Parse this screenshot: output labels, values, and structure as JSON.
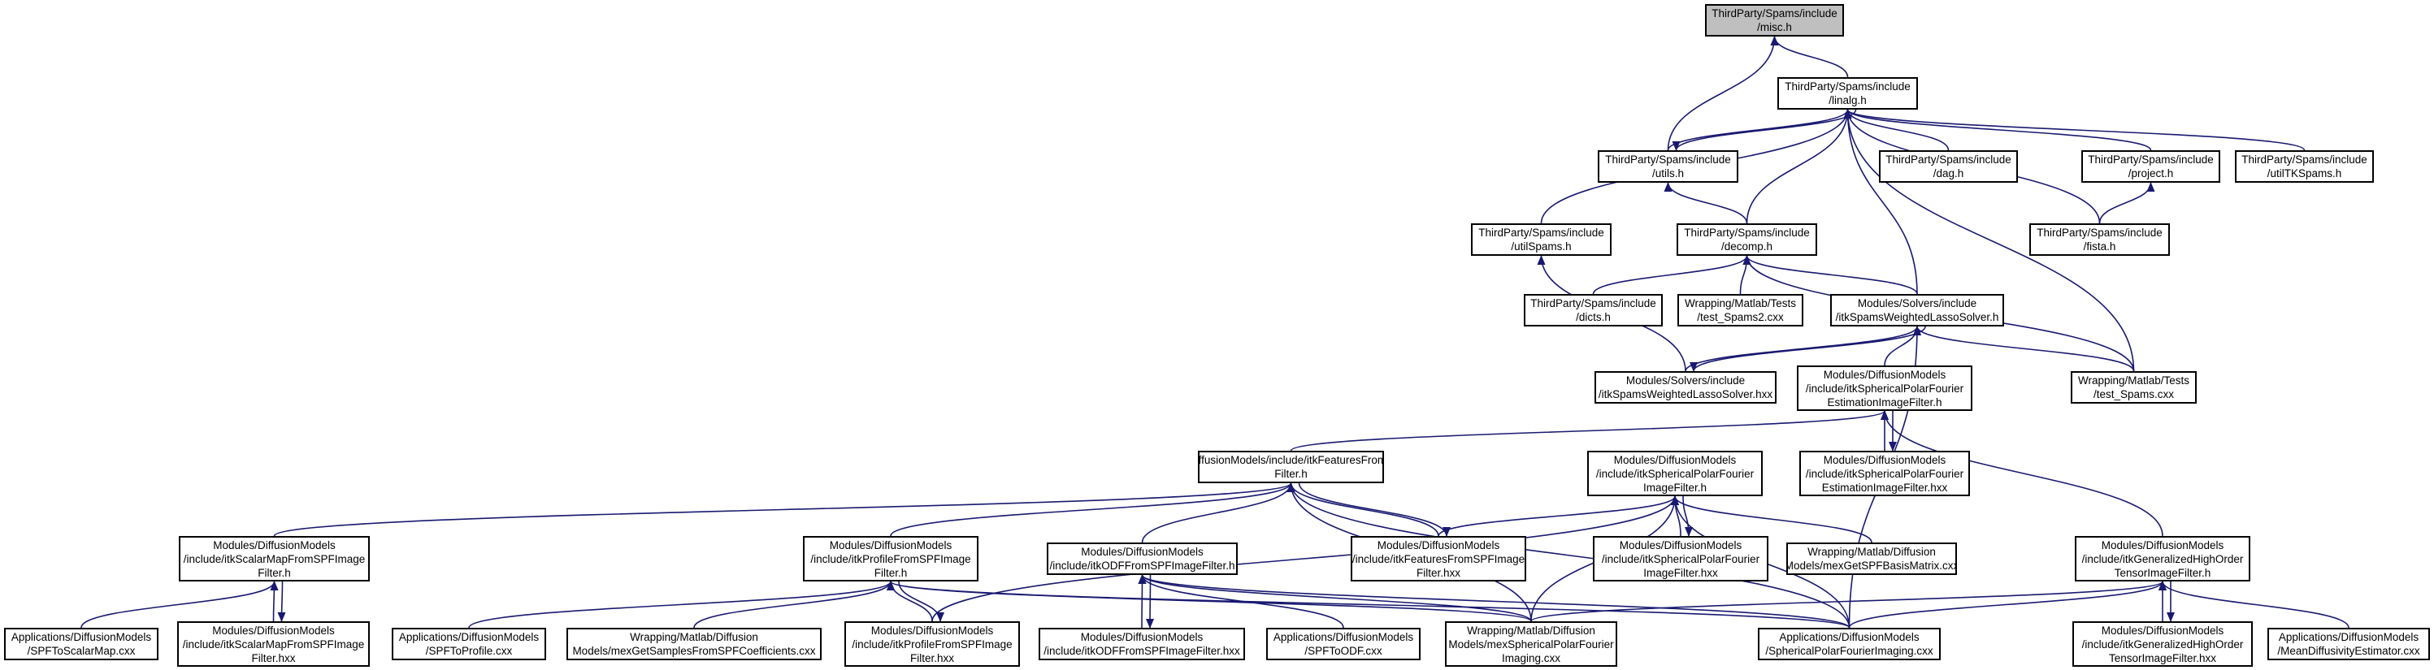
{
  "colors": {
    "edge": "#191970",
    "node_border": "#000000",
    "focus_fill": "#bfbfbf",
    "background": "#ffffff"
  },
  "nodes": {
    "misc": {
      "l1": "ThirdParty/Spams/include",
      "l2": "/misc.h"
    },
    "linalg": {
      "l1": "ThirdParty/Spams/include",
      "l2": "/linalg.h"
    },
    "utils": {
      "l1": "ThirdParty/Spams/include",
      "l2": "/utils.h"
    },
    "dag": {
      "l1": "ThirdParty/Spams/include",
      "l2": "/dag.h"
    },
    "project": {
      "l1": "ThirdParty/Spams/include",
      "l2": "/project.h"
    },
    "utiltk": {
      "l1": "ThirdParty/Spams/include",
      "l2": "/utilTKSpams.h"
    },
    "utilspams": {
      "l1": "ThirdParty/Spams/include",
      "l2": "/utilSpams.h"
    },
    "decomp": {
      "l1": "ThirdParty/Spams/include",
      "l2": "/decomp.h"
    },
    "fista": {
      "l1": "ThirdParty/Spams/include",
      "l2": "/fista.h"
    },
    "dicts": {
      "l1": "ThirdParty/Spams/include",
      "l2": "/dicts.h"
    },
    "testspams2": {
      "l1": "Wrapping/Matlab/Tests",
      "l2": "/test_Spams2.cxx"
    },
    "lassoh": {
      "l1": "Modules/Solvers/include",
      "l2": "/itkSpamsWeightedLassoSolver.h"
    },
    "lassohxx": {
      "l1": "Modules/Solvers/include",
      "l2": "/itkSpamsWeightedLassoSolver.hxx"
    },
    "spfesth": {
      "l1": "Modules/DiffusionModels",
      "l2": "/include/itkSphericalPolarFourier",
      "l3": "EstimationImageFilter.h"
    },
    "testspams": {
      "l1": "Wrapping/Matlab/Tests",
      "l2": "/test_Spams.cxx"
    },
    "featuresh": {
      "l1": "Modules/DiffusionModels/include/itkFeaturesFromSPFImage",
      "l2": "Filter.h"
    },
    "spfimgh": {
      "l1": "Modules/DiffusionModels",
      "l2": "/include/itkSphericalPolarFourier",
      "l3": "ImageFilter.h"
    },
    "spfesthxx": {
      "l1": "Modules/DiffusionModels",
      "l2": "/include/itkSphericalPolarFourier",
      "l3": "EstimationImageFilter.hxx"
    },
    "scalarh": {
      "l1": "Modules/DiffusionModels",
      "l2": "/include/itkScalarMapFromSPFImage",
      "l3": "Filter.h"
    },
    "profileh": {
      "l1": "Modules/DiffusionModels",
      "l2": "/include/itkProfileFromSPFImage",
      "l3": "Filter.h"
    },
    "odfh": {
      "l1": "Modules/DiffusionModels",
      "l2": "/include/itkODFFromSPFImageFilter.h"
    },
    "featureshxx": {
      "l1": "Modules/DiffusionModels",
      "l2": "/include/itkFeaturesFromSPFImage",
      "l3": "Filter.hxx"
    },
    "spfimghxx": {
      "l1": "Modules/DiffusionModels",
      "l2": "/include/itkSphericalPolarFourier",
      "l3": "ImageFilter.hxx"
    },
    "basismat": {
      "l1": "Wrapping/Matlab/Diffusion",
      "l2": "Models/mexGetSPFBasisMatrix.cxx"
    },
    "ghoh": {
      "l1": "Modules/DiffusionModels",
      "l2": "/include/itkGeneralizedHighOrder",
      "l3": "TensorImageFilter.h"
    },
    "spftoscalar": {
      "l1": "Applications/DiffusionModels",
      "l2": "/SPFToScalarMap.cxx"
    },
    "scalarhxx": {
      "l1": "Modules/DiffusionModels",
      "l2": "/include/itkScalarMapFromSPFImage",
      "l3": "Filter.hxx"
    },
    "spftoprofile": {
      "l1": "Applications/DiffusionModels",
      "l2": "/SPFToProfile.cxx"
    },
    "mexsamples": {
      "l1": "Wrapping/Matlab/Diffusion",
      "l2": "Models/mexGetSamplesFromSPFCoefficients.cxx"
    },
    "profilehxx": {
      "l1": "Modules/DiffusionModels",
      "l2": "/include/itkProfileFromSPFImage",
      "l3": "Filter.hxx"
    },
    "odfhxx": {
      "l1": "Modules/DiffusionModels",
      "l2": "/include/itkODFFromSPFImageFilter.hxx"
    },
    "spftoodf": {
      "l1": "Applications/DiffusionModels",
      "l2": "/SPFToODF.cxx"
    },
    "mexspf": {
      "l1": "Wrapping/Matlab/Diffusion",
      "l2": "Models/mexSphericalPolarFourier",
      "l3": "Imaging.cxx"
    },
    "spfimaging": {
      "l1": "Applications/DiffusionModels",
      "l2": "/SphericalPolarFourierImaging.cxx"
    },
    "ghohxx": {
      "l1": "Modules/DiffusionModels",
      "l2": "/include/itkGeneralizedHighOrder",
      "l3": "TensorImageFilter.hxx"
    },
    "meandiff": {
      "l1": "Applications/DiffusionModels",
      "l2": "/MeanDiffusivityEstimator.cxx"
    }
  },
  "edges": [
    [
      "linalg",
      "misc"
    ],
    [
      "utils",
      "misc"
    ],
    [
      "utils",
      "linalg"
    ],
    [
      "dag",
      "linalg"
    ],
    [
      "project",
      "linalg"
    ],
    [
      "utiltk",
      "linalg"
    ],
    [
      "utilspams",
      "linalg"
    ],
    [
      "decomp",
      "linalg"
    ],
    [
      "fista",
      "linalg"
    ],
    [
      "lassoh",
      "linalg"
    ],
    [
      "testspams",
      "linalg"
    ],
    [
      "linalg",
      "utils"
    ],
    [
      "fista",
      "project"
    ],
    [
      "decomp",
      "utils"
    ],
    [
      "dicts",
      "decomp"
    ],
    [
      "testspams2",
      "decomp"
    ],
    [
      "lassoh",
      "decomp"
    ],
    [
      "testspams",
      "decomp"
    ],
    [
      "lassohxx",
      "utilspams"
    ],
    [
      "lassohxx",
      "lassoh"
    ],
    [
      "lassoh",
      "lassohxx"
    ],
    [
      "spfesth",
      "lassoh"
    ],
    [
      "testspams",
      "lassoh"
    ],
    [
      "spfimaging",
      "lassoh"
    ],
    [
      "featuresh",
      "spfesth"
    ],
    [
      "spfesthxx",
      "spfesth"
    ],
    [
      "spfesth",
      "spfesthxx"
    ],
    [
      "ghoh",
      "spfesth"
    ],
    [
      "scalarh",
      "featuresh"
    ],
    [
      "profileh",
      "featuresh"
    ],
    [
      "odfh",
      "featuresh"
    ],
    [
      "featureshxx",
      "featuresh"
    ],
    [
      "featuresh",
      "featureshxx"
    ],
    [
      "mexspf",
      "featuresh"
    ],
    [
      "spfimaging",
      "featuresh"
    ],
    [
      "featureshxx",
      "spfimgh"
    ],
    [
      "spfimghxx",
      "spfimgh"
    ],
    [
      "spfimgh",
      "spfimghxx"
    ],
    [
      "basismat",
      "spfimgh"
    ],
    [
      "mexspf",
      "spfimgh"
    ],
    [
      "spfimaging",
      "spfimgh"
    ],
    [
      "profilehxx",
      "spfimgh"
    ],
    [
      "spftoscalar",
      "scalarh"
    ],
    [
      "scalarhxx",
      "scalarh"
    ],
    [
      "scalarh",
      "scalarhxx"
    ],
    [
      "spftoprofile",
      "profileh"
    ],
    [
      "mexsamples",
      "profileh"
    ],
    [
      "profilehxx",
      "profileh"
    ],
    [
      "profileh",
      "profilehxx"
    ],
    [
      "mexspf",
      "profileh"
    ],
    [
      "spfimaging",
      "profileh"
    ],
    [
      "odfhxx",
      "odfh"
    ],
    [
      "odfh",
      "odfhxx"
    ],
    [
      "spftoodf",
      "odfh"
    ],
    [
      "mexspf",
      "odfh"
    ],
    [
      "spfimaging",
      "odfh"
    ],
    [
      "ghohxx",
      "ghoh"
    ],
    [
      "ghoh",
      "ghohxx"
    ],
    [
      "meandiff",
      "ghoh"
    ],
    [
      "mexspf",
      "ghoh"
    ],
    [
      "spfimaging",
      "ghoh"
    ]
  ]
}
